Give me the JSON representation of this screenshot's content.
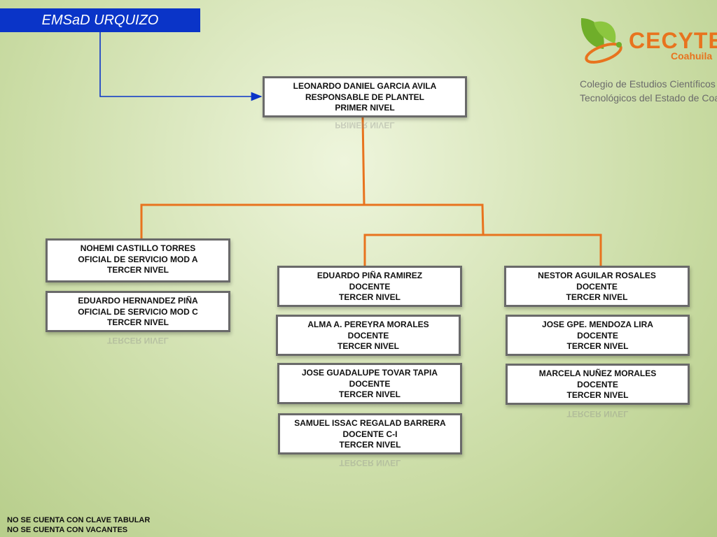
{
  "header": {
    "title": "EMSaD URQUIZO"
  },
  "logo": {
    "name": "CECYTE",
    "state": "Coahuila",
    "line1": "Colegio de Estudios Científicos y",
    "line2": "Tecnológicos del Estado de Coahuila",
    "colors": {
      "green": "#6fae2a",
      "orange": "#e8731e"
    }
  },
  "nodes": {
    "root": {
      "name": "LEONARDO DANIEL GARCIA AVILA",
      "role": "RESPONSABLE DE PLANTEL",
      "level": "PRIMER NIVEL"
    },
    "nohemi": {
      "name": "NOHEMI CASTILLO TORRES",
      "role": "OFICIAL DE SERVICIO MOD A",
      "level": "TERCER NIVEL"
    },
    "eduardo_h": {
      "name": "EDUARDO HERNANDEZ PIÑA",
      "role": "OFICIAL DE SERVICIO MOD C",
      "level": "TERCER NIVEL"
    },
    "eduardo_p": {
      "name": "EDUARDO PIÑA RAMIREZ",
      "role": "DOCENTE",
      "level": "TERCER NIVEL"
    },
    "alma": {
      "name": "ALMA A. PEREYRA MORALES",
      "role": "DOCENTE",
      "level": "TERCER NIVEL"
    },
    "jose_t": {
      "name": "JOSE GUADALUPE TOVAR TAPIA",
      "role": "DOCENTE",
      "level": "TERCER NIVEL"
    },
    "samuel": {
      "name": "SAMUEL ISSAC REGALAD BARRERA",
      "role": "DOCENTE C-I",
      "level": "TERCER NIVEL"
    },
    "nestor": {
      "name": "NESTOR AGUILAR ROSALES",
      "role": "DOCENTE",
      "level": "TERCER NIVEL"
    },
    "jose_m": {
      "name": "JOSE GPE. MENDOZA LIRA",
      "role": "DOCENTE",
      "level": "TERCER NIVEL"
    },
    "marcela": {
      "name": "MARCELA NUÑEZ MORALES",
      "role": "DOCENTE",
      "level": "TERCER NIVEL"
    }
  },
  "footer": {
    "line1": "NO SE CUENTA CON CLAVE TABULAR",
    "line2": "NO SE CUENTA CON VACANTES"
  },
  "colors": {
    "title_bg": "#0a34c8",
    "connector": "#e8731e",
    "arrow": "#0a34c8"
  }
}
